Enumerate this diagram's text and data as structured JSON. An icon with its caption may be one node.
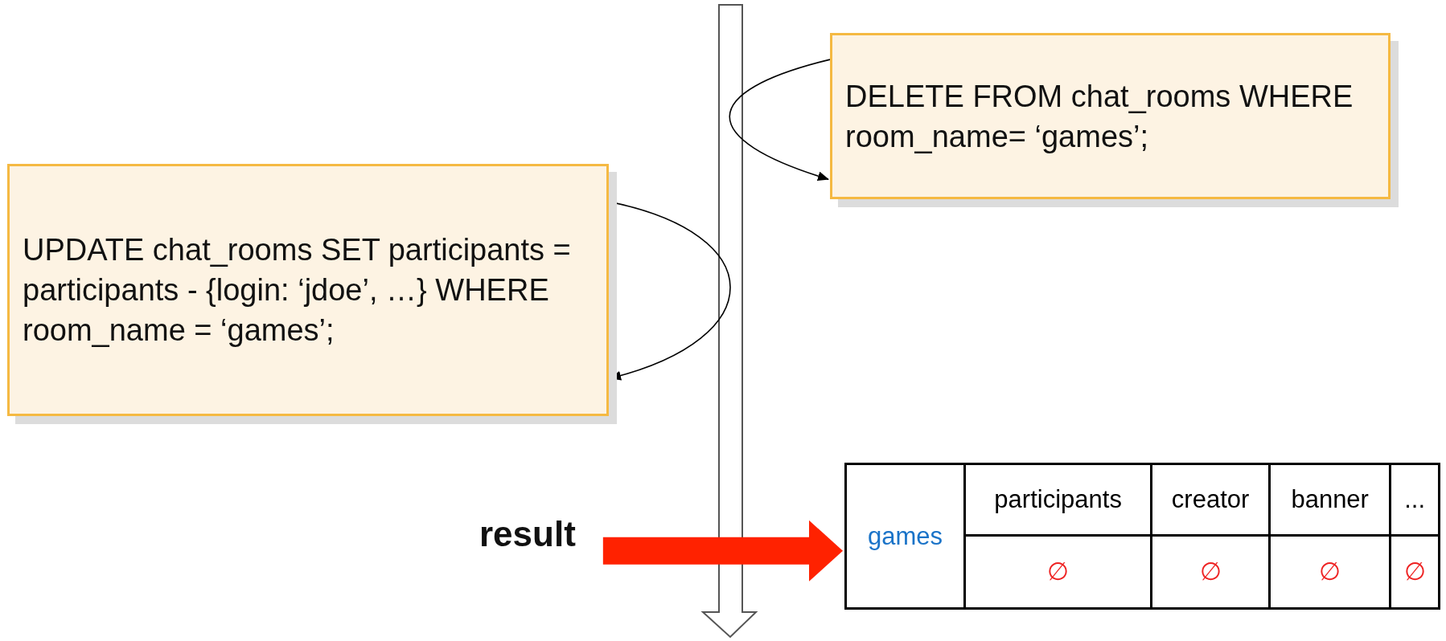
{
  "diagram": {
    "nodes": [
      {
        "text": [
          "DELETE FROM chat_rooms WHERE room_name= ‘games’;"
        ]
      },
      {
        "text": [
          "UPDATE chat_rooms SET participants = participants - {login: ‘jdoe’, …} WHERE room_name = ‘games’;"
        ]
      },
      {
        "text": [
          "result"
        ]
      },
      {
        "text": [
          "games",
          "participants",
          "creator",
          "banner",
          "...",
          "∅",
          "∅",
          "∅",
          "∅"
        ]
      }
    ],
    "edges": [
      {
        "from": 0,
        "to": 0,
        "arrow": "to"
      },
      {
        "from": 1,
        "to": 1,
        "arrow": "to"
      },
      {
        "from": 2,
        "to": 3,
        "arrow": "to",
        "style": "thick",
        "color": "#ff2200"
      }
    ]
  }
}
